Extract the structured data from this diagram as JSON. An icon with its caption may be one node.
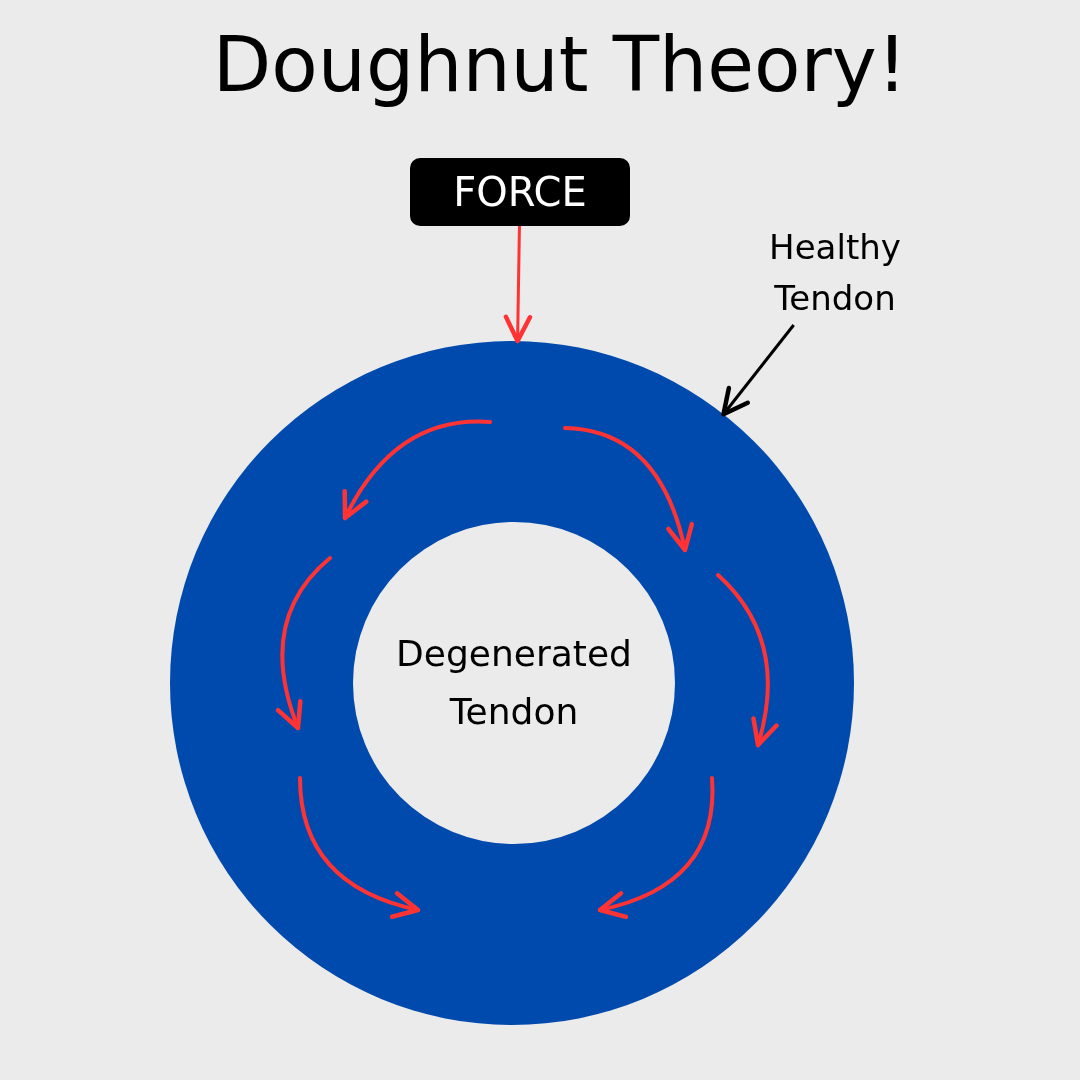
{
  "diagram": {
    "title": "Doughnut Theory!",
    "nodes": [
      {
        "text": [
          "FORCE"
        ]
      },
      {
        "text": [],
        "shape": "circle"
      },
      {
        "text": [
          "Healthy Tendon"
        ]
      },
      {
        "text": [
          "Degenerated Tendon"
        ],
        "in": 1
      }
    ],
    "edges": [
      {
        "from": 0,
        "to": 1,
        "arrow": "to",
        "color": "#ff3333"
      },
      {
        "from": 2,
        "to": 1,
        "arrow": "to",
        "color": "#000000"
      }
    ]
  }
}
